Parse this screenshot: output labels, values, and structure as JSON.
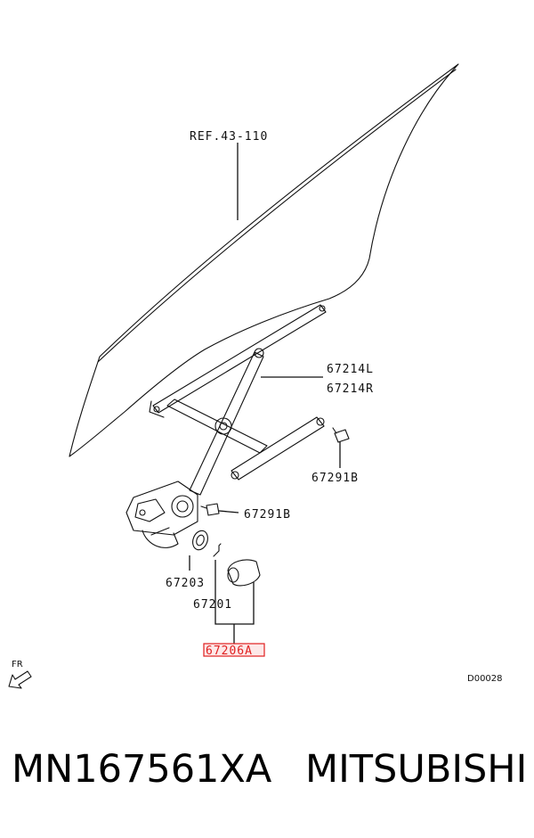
{
  "labels": {
    "ref": "REF.43-110",
    "regulator_l": "67214L",
    "regulator_r": "67214R",
    "bolt_upper": "67291B",
    "bolt_lower": "67291B",
    "washer": "67203",
    "clip": "67201",
    "handle_set": "67206A",
    "fr": "FR",
    "diagram_code": "D00028"
  },
  "colors": {
    "highlight_box": "#e02020",
    "highlight_fill": "#fde8e8",
    "ink": "#111111"
  },
  "footer": {
    "part_number": "MN167561XA",
    "brand": "MITSUBISHI"
  }
}
